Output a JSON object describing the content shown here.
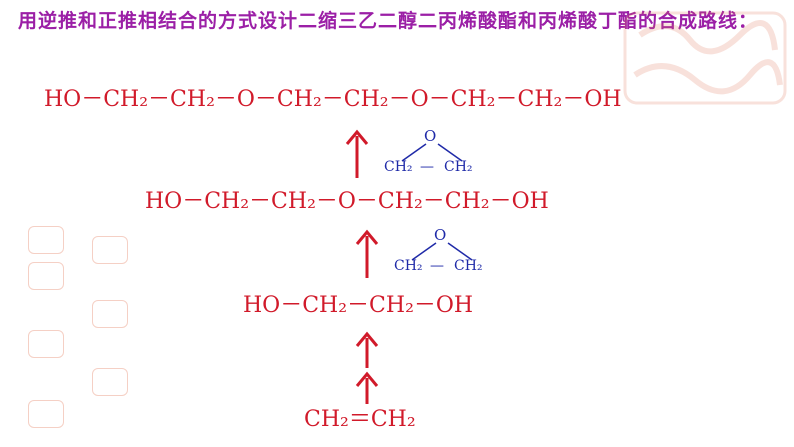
{
  "title": "用逆推和正推相结合的方式设计二缩三乙二醇二丙烯酸酯和丙烯酸丁酯的合成路线：",
  "formulas": {
    "f1": "HO－CH₂－CH₂－O－CH₂－CH₂－O－CH₂－CH₂－OH",
    "f2": "HO－CH₂－CH₂－O－CH₂－CH₂－OH",
    "f3": "HO－CH₂－CH₂－OH",
    "f4": "CH₂＝CH₂"
  },
  "reagent": {
    "o": "O",
    "ch2_left": "CH₂",
    "ch2_right": "CH₂"
  },
  "colors": {
    "title": "#9b1fa6",
    "formula": "#d11a2a",
    "reagent": "#1f2aa8",
    "watermark": "#e1785a"
  },
  "icons": {
    "arrow": "up-arrow-icon",
    "watermark": "seal-watermark-icon"
  }
}
